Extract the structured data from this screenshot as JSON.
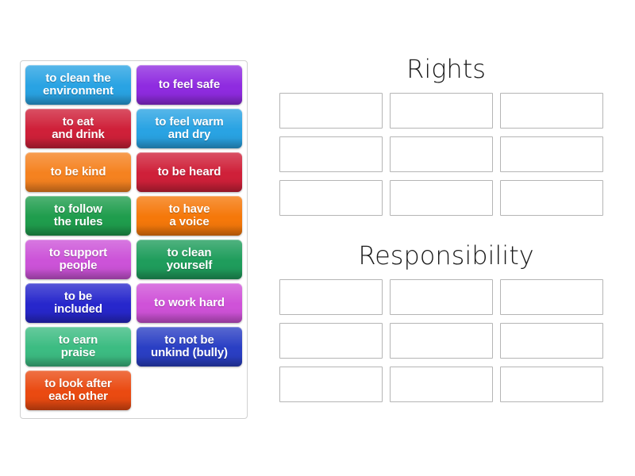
{
  "app": {
    "background_color": "#ffffff"
  },
  "tile_panel": {
    "name": "word-tile-tray",
    "border_color": "#d0d0d0",
    "tiles": [
      {
        "label": "to clean the\nenvironment",
        "color": "#29a3e3"
      },
      {
        "label": "to feel safe",
        "color": "#8f2be0"
      },
      {
        "label": "to eat\nand drink",
        "color": "#cf2039"
      },
      {
        "label": "to feel warm\nand dry",
        "color": "#29a3e3"
      },
      {
        "label": "to be kind",
        "color": "#f58220"
      },
      {
        "label": "to be heard",
        "color": "#cf2039"
      },
      {
        "label": "to follow\nthe rules",
        "color": "#1f9d4d"
      },
      {
        "label": "to have\na voice",
        "color": "#f5780a"
      },
      {
        "label": "to support\npeople",
        "color": "#cc53d8"
      },
      {
        "label": "to clean\nyourself",
        "color": "#1f9d5c"
      },
      {
        "label": "to be\nincluded",
        "color": "#2727cc"
      },
      {
        "label": "to work hard",
        "color": "#cf52d8"
      },
      {
        "label": "to earn\npraise",
        "color": "#3cbc82"
      },
      {
        "label": "to not be\nunkind (bully)",
        "color": "#2a3fc4"
      },
      {
        "label": "to look after\neach other",
        "color": "#ea4a11"
      },
      {
        "label": "",
        "color": "transparent"
      }
    ]
  },
  "categories": [
    {
      "title": "Rights",
      "slot_count": 9,
      "slots": [
        "",
        "",
        "",
        "",
        "",
        "",
        "",
        "",
        ""
      ]
    },
    {
      "title": "Responsibility",
      "slot_count": 9,
      "slots": [
        "",
        "",
        "",
        "",
        "",
        "",
        "",
        "",
        ""
      ]
    }
  ]
}
